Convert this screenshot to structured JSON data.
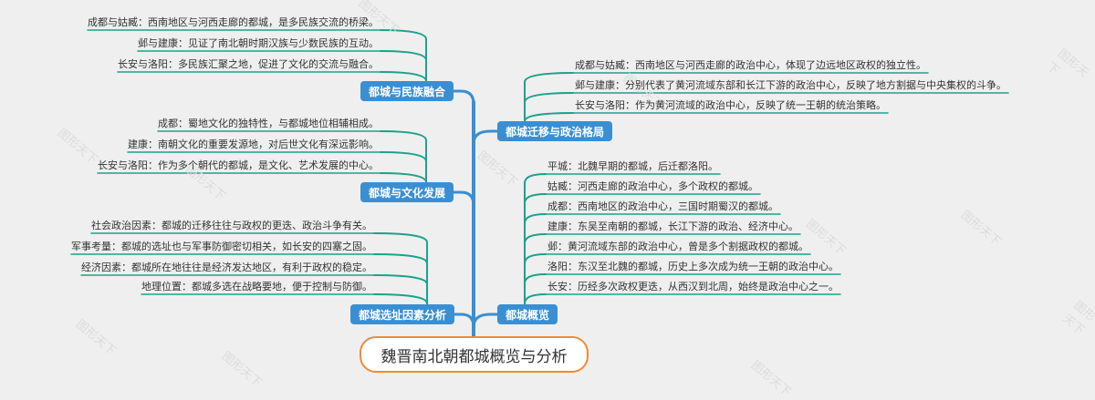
{
  "root": {
    "label": "魏晋南北朝都城概览与分析"
  },
  "branches": [
    {
      "label": "都城与民族融合",
      "items": [
        "成都与姑臧：西南地区与河西走廊的都城，是多民族交流的桥梁。",
        "邺与建康：见证了南北朝时期汉族与少数民族的互动。",
        "长安与洛阳：多民族汇聚之地，促进了文化的交流与融合。"
      ]
    },
    {
      "label": "都城与文化发展",
      "items": [
        "成都：蜀地文化的独特性，与都城地位相辅相成。",
        "建康：南朝文化的重要发源地，对后世文化有深远影响。",
        "长安与洛阳：作为多个朝代的都城，是文化、艺术发展的中心。"
      ]
    },
    {
      "label": "都城选址因素分析",
      "items": [
        "社会政治因素：都城的迁移往往与政权的更迭、政治斗争有关。",
        "军事考量：都城的选址也与军事防御密切相关，如长安的四塞之固。",
        "经济因素：都城所在地往往是经济发达地区，有利于政权的稳定。",
        "地理位置：都城多选在战略要地，便于控制与防御。"
      ]
    },
    {
      "label": "都城迁移与政治格局",
      "items": [
        "成都与姑臧：西南地区与河西走廊的政治中心，体现了边远地区政权的独立性。",
        "邺与建康：分别代表了黄河流域东部和长江下游的政治中心，反映了地方割据与中央集权的斗争。",
        "长安与洛阳：作为黄河流域的政治中心，反映了统一王朝的统治策略。"
      ]
    },
    {
      "label": "都城概览",
      "items": [
        "平城：北魏早期的都城，后迁都洛阳。",
        "姑臧：河西走廊的政治中心，多个政权的都城。",
        "成都：西南地区的政治中心，三国时期蜀汉的都城。",
        "建康：东吴至南朝的都城，长江下游的政治、经济中心。",
        "邺：黄河流域东部的政治中心，曾是多个割据政权的都城。",
        "洛阳：东汉至北魏的都城，历史上多次成为统一王朝的政治中心。",
        "长安：历经多次政权更迭，从西汉到北周，始终是政治中心之一。"
      ]
    }
  ],
  "colors": {
    "branch": "#3a8fd3",
    "trunk": "#3a8fd3",
    "leafLine": "#1aa38a",
    "rootBorder": "#f08a34"
  },
  "watermark": "图形天下"
}
